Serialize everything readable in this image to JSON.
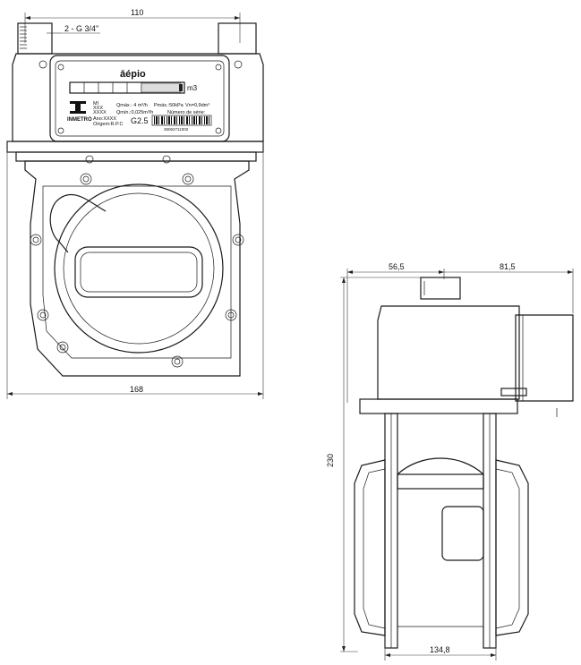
{
  "front_view": {
    "dim_top": "110",
    "thread_label": "2 - G 3/4\"",
    "dim_bottom": "168",
    "brand": "āépio",
    "unit": "m3",
    "marking": {
      "ml": "Ml",
      "xxx": "XXX",
      "xxxx": "XXXX",
      "qmax": "Qmáx.: 4 m³/h",
      "pmax": "Pmáx.:50kPa",
      "vn": "Vn=0,9dm³",
      "qmin": "Qmín.:0,025m³/h",
      "serial_label": "Número de série:",
      "inmetro": "INMETRO",
      "ano": "Ano:XXXX",
      "origem": "Origem:R.P.C",
      "model": "G2.5",
      "barcode_number": "35062711002"
    }
  },
  "side_view": {
    "dim_left": "56,5",
    "dim_right": "81,5",
    "dim_height": "230",
    "dim_bottom": "134,8"
  }
}
